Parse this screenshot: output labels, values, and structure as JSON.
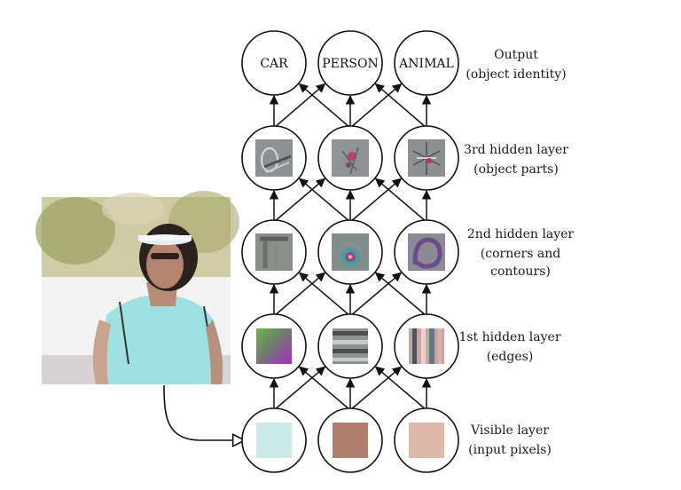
{
  "output_nodes": [
    "CAR",
    "PERSON",
    "ANIMAL"
  ],
  "layers": [
    {
      "id": "output",
      "line1": "Output",
      "line2": "(object identity)",
      "line3": ""
    },
    {
      "id": "hidden3",
      "line1": "3rd hidden layer",
      "line2": "(object parts)",
      "line3": ""
    },
    {
      "id": "hidden2",
      "line1": "2nd hidden layer",
      "line2": "(corners and",
      "line3": "contours)"
    },
    {
      "id": "hidden1",
      "line1": "1st hidden layer",
      "line2": "(edges)",
      "line3": ""
    },
    {
      "id": "visible",
      "line1": "Visible layer",
      "line2": "(input pixels)",
      "line3": ""
    }
  ],
  "pixel_colors": [
    "#c9e8e6",
    "#b07f6e",
    "#dcb9a8"
  ],
  "colors": {
    "stroke": "#111111",
    "feature_bg": "#8a8f92"
  },
  "photo": {
    "name": "input-photo",
    "description_icon": "person-photo"
  }
}
